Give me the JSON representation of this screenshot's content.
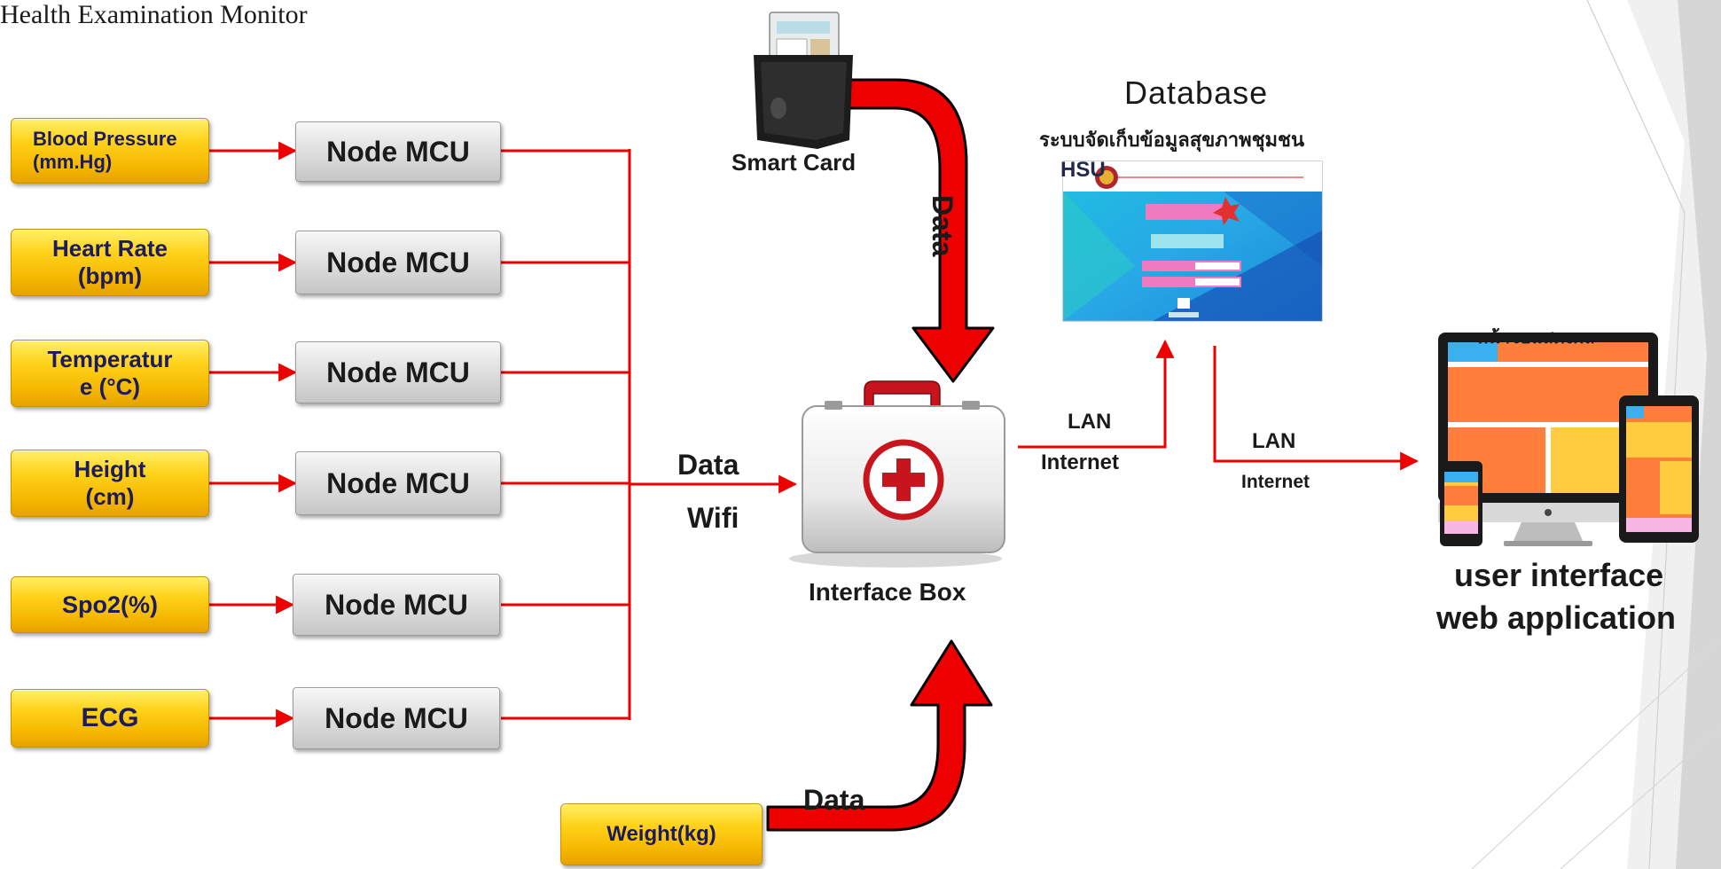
{
  "title": "Health Examination Monitor",
  "sensors": [
    {
      "line1": "Blood Pressure",
      "line2": "(mm.Hg)"
    },
    {
      "line1": "Heart Rate",
      "line2": "(bpm)"
    },
    {
      "line1": "Temperatur",
      "line2": "e (°C)"
    },
    {
      "line1": "Height",
      "line2": "(cm)"
    },
    {
      "line1": "Spo2(%)",
      "line2": ""
    },
    {
      "line1": "ECG",
      "line2": ""
    }
  ],
  "node_label": "Node MCU",
  "weight_label": "Weight(kg)",
  "smart_card_label": "Smart Card",
  "data_label_vertical": "Data",
  "data_label_wifi": "Data",
  "wifi_label": "Wifi",
  "data_label_bottom": "Data",
  "interface_box_label": "Interface Box",
  "database_title": "Database",
  "database_subtitle": "ระบบจัดเก็บข้อมูลสุขภาพชุมชน",
  "lan_label_1": "LAN",
  "internet_label_1": "Internet",
  "lan_label_2": "LAN",
  "internet_label_2": "Internet",
  "display_label": "หน้าจอแสดงผล",
  "ui_label_1": "user interface",
  "ui_label_2": "web application",
  "screen_logo": "HSU",
  "colors": {
    "arrow": "#ee0000",
    "sensor": "#ffd21a",
    "node": "#dcdcdc",
    "slide_accent": "#c8c8c8"
  }
}
